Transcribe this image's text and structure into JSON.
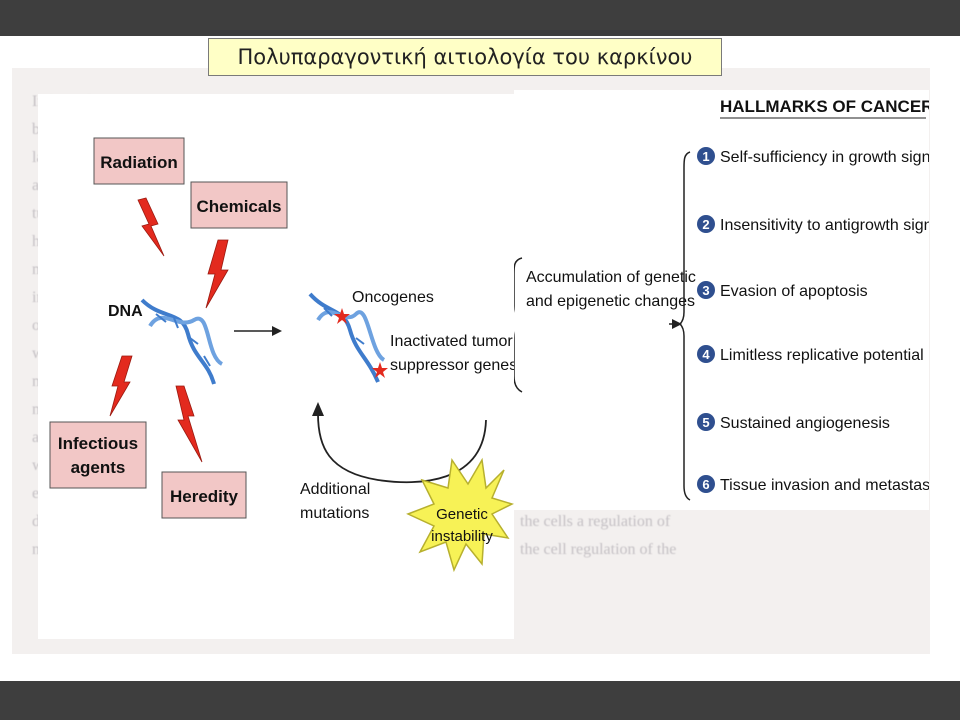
{
  "slide": {
    "title": "Πολυπαραγοντική αιτιολογία του καρκίνου"
  },
  "diagram": {
    "causes": [
      "Radiation",
      "Chemicals",
      "Infectious agents",
      "Heredity"
    ],
    "dna_label": "DNA",
    "oncogenes_label": "Oncogenes",
    "suppressor_label_line1": "Inactivated tumor",
    "suppressor_label_line2": "suppressor genes",
    "additional_line1": "Additional",
    "additional_line2": "mutations",
    "instability_line1": "Genetic",
    "instability_line2": "instability",
    "accumulation_line1": "Accumulation of genetic",
    "accumulation_line2": "and epigenetic changes",
    "hallmarks_title": "HALLMARKS OF CANCER",
    "hallmarks": [
      {
        "num": "1",
        "text": "Self-sufficiency in growth signals"
      },
      {
        "num": "2",
        "text": "Insensitivity to antigrowth signals"
      },
      {
        "num": "3",
        "text": "Evasion of apoptosis"
      },
      {
        "num": "4",
        "text": "Limitless replicative potential"
      },
      {
        "num": "5",
        "text": "Sustained angiogenesis"
      },
      {
        "num": "6",
        "text": "Tissue invasion and metastasis"
      }
    ]
  },
  "colors": {
    "cause_box_fill": "#f2c7c6",
    "lightning": "#e32a1e",
    "dna_blue": "#3f7ccc",
    "star_fill": "#f7f256",
    "number_circle": "#2f4f8f"
  }
}
